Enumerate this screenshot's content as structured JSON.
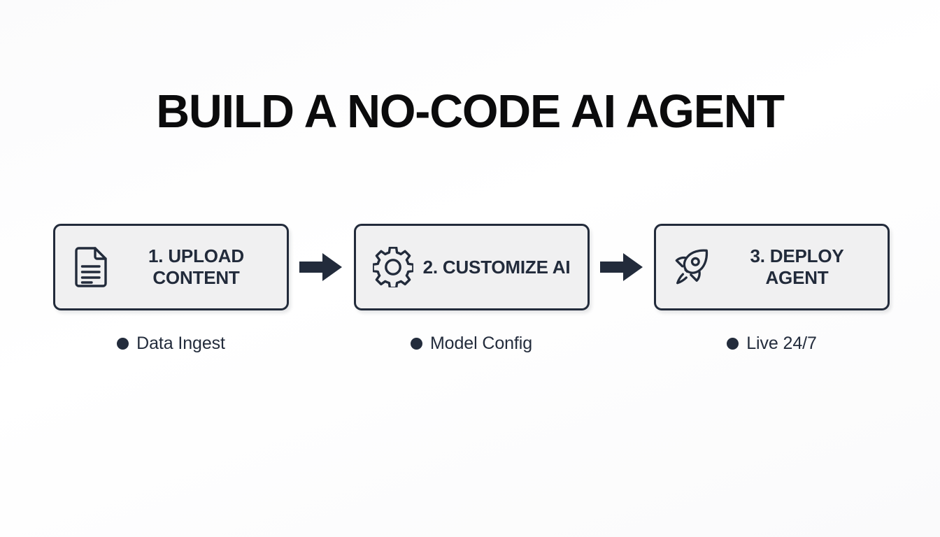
{
  "slide": {
    "title": "BUILD A NO-CODE AI AGENT",
    "background_color": "#fbfbfc",
    "accent_color": "#222b3b",
    "card_fill_color": "#f0f0f1"
  },
  "steps": [
    {
      "icon": "document-icon",
      "label": "1. UPLOAD CONTENT",
      "caption": "Data Ingest"
    },
    {
      "icon": "gear-icon",
      "label": "2. CUSTOMIZE AI",
      "caption": "Model Config"
    },
    {
      "icon": "rocket-icon",
      "label": "3. DEPLOY AGENT",
      "caption": "Live 24/7"
    }
  ],
  "connectors": [
    {
      "icon": "arrow-right-icon"
    },
    {
      "icon": "arrow-right-icon"
    }
  ]
}
